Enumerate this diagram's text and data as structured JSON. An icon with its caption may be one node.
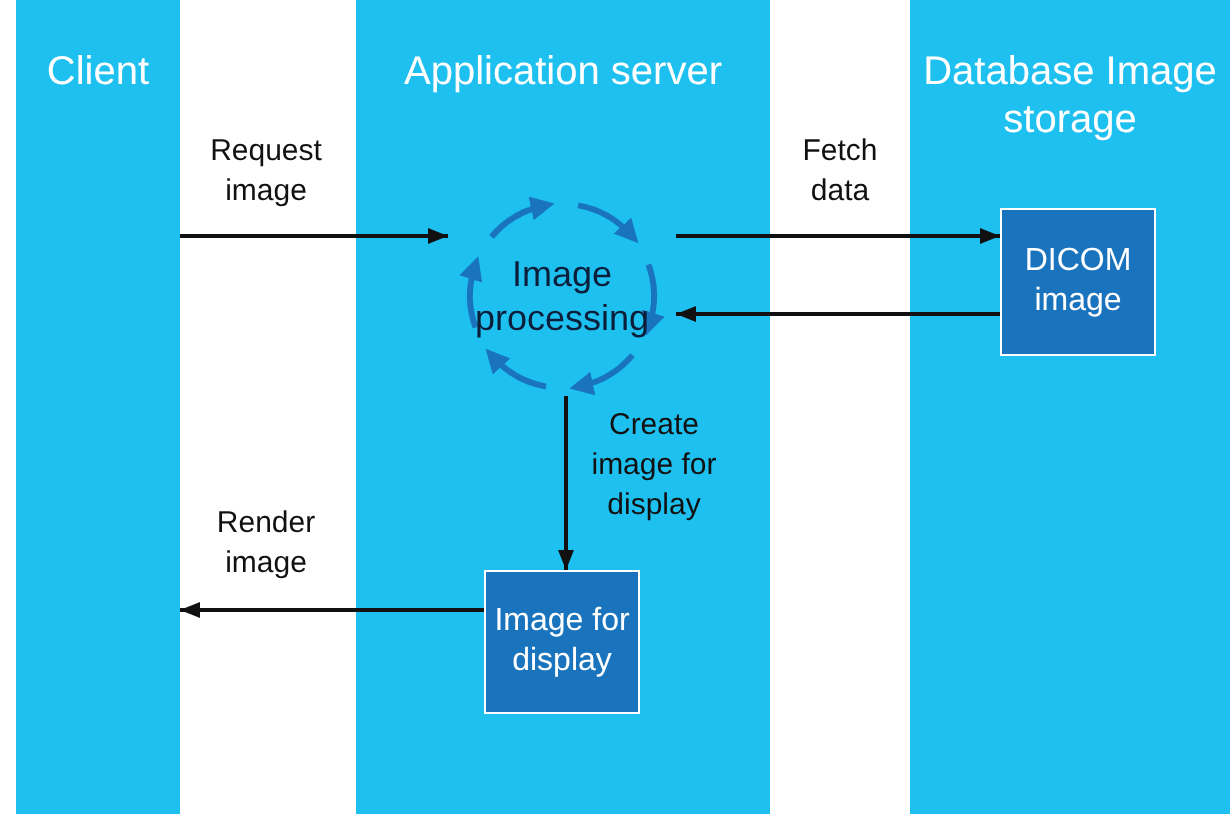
{
  "diagram": {
    "nodes": [
      {
        "text": [
          "Client"
        ]
      },
      {
        "text": [
          "Application server"
        ]
      },
      {
        "text": [
          "Database Image storage"
        ]
      },
      {
        "text": [
          "Image processing"
        ],
        "in": 1
      },
      {
        "text": [
          "DICOM image"
        ],
        "in": 2
      },
      {
        "text": [
          "Image for display"
        ],
        "in": 1
      }
    ],
    "edges": [
      {
        "from": 0,
        "to": 3,
        "arrow": "to",
        "label": "Request image"
      },
      {
        "from": 3,
        "to": 4,
        "arrow": "to",
        "label": "Fetch data"
      },
      {
        "from": 4,
        "to": 3,
        "arrow": "to"
      },
      {
        "from": 3,
        "to": 5,
        "arrow": "to",
        "label": "Create image for display"
      },
      {
        "from": 5,
        "to": 0,
        "arrow": "to",
        "label": "Render image"
      }
    ]
  }
}
